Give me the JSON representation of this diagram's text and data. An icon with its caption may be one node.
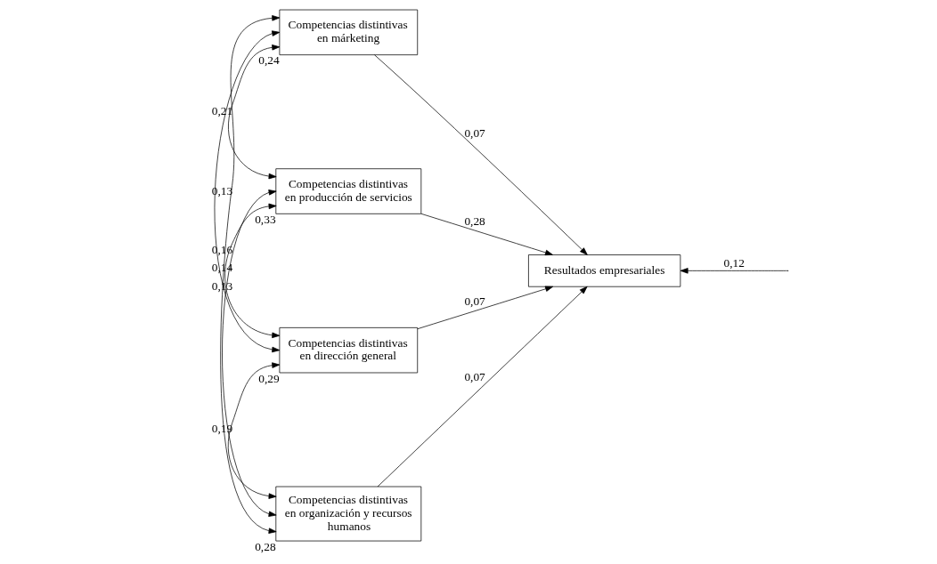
{
  "diagram": {
    "nodes": [
      {
        "text": [
          "Competencias distintivas en márketing"
        ],
        "beside": [
          "0,24"
        ]
      },
      {
        "text": [
          "Competencias distintivas en producción de servicios"
        ],
        "beside": [
          "0,33"
        ]
      },
      {
        "text": [
          "Competencias distintivas en dirección general"
        ],
        "beside": [
          "0,29"
        ]
      },
      {
        "text": [
          "Competencias distintivas en organización y recursos humanos"
        ],
        "beside": [
          "0,28"
        ]
      },
      {
        "text": [
          "Resultados empresariales"
        ]
      }
    ],
    "edges": [
      {
        "from": 0,
        "to": 4,
        "arrow": "to",
        "label": "0,07"
      },
      {
        "from": 1,
        "to": 4,
        "arrow": "to",
        "label": "0,28"
      },
      {
        "from": 2,
        "to": 4,
        "arrow": "to",
        "label": "0,07"
      },
      {
        "from": 3,
        "to": 4,
        "arrow": "to",
        "label": "0,07"
      },
      {
        "from": null,
        "to": 4,
        "arrow": "to",
        "label": "0,12"
      },
      {
        "from": 0,
        "to": 1,
        "arrow": "both",
        "label": "0,21"
      },
      {
        "from": 1,
        "to": 2,
        "arrow": "both",
        "label": "0,16"
      },
      {
        "from": 2,
        "to": 3,
        "arrow": "both",
        "label": "0,19"
      },
      {
        "from": 0,
        "to": 2,
        "arrow": "both",
        "label": "0,13"
      },
      {
        "from": 1,
        "to": 3,
        "arrow": "both",
        "label": "0,14"
      },
      {
        "from": 0,
        "to": 3,
        "arrow": "both",
        "label": "0,13"
      }
    ]
  }
}
